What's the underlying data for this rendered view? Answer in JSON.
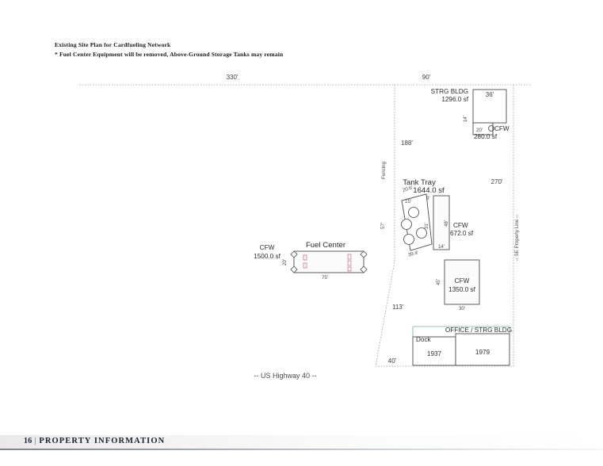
{
  "document": {
    "note_line_1": "Existing Site Plan for Cardfueling Network",
    "note_line_2": "* Fuel Center Equipment will be removed, Above-Ground Storage Tanks may remain"
  },
  "footer": {
    "page_number": "16",
    "divider": "|",
    "section_label": "PROPERTY INFORMATION"
  },
  "plan": {
    "road_label": "-- US Highway 40 --",
    "boundary": {
      "top_left_dim": "330'",
      "top_right_dim": "90'",
      "right_dim": "270'",
      "right_label": "-- SE Property Line --",
      "fence_label": "Fencing",
      "fence_dim_upper": "188'",
      "fence_dim_mid": "57'",
      "fence_dim_lower": "113'",
      "fence_dim_bottom": "40'"
    },
    "structures": [
      {
        "name": "strg-bldg",
        "label": "STRG BLDG",
        "area": "1296.0 sf",
        "dim_top": "36'",
        "dim_left": "14'"
      },
      {
        "name": "cfw-280",
        "label": "CFW",
        "area": "280.0 sf",
        "dim_bottom": "20'"
      },
      {
        "name": "tank-tray",
        "label": "Tank Tray",
        "area": "1644.0 sf",
        "dim_top_angle": "20.6'",
        "dim_upper_left": "15'",
        "dim_upper_right": "3'",
        "dim_right": "31'",
        "dim_bottom": "39.4'"
      },
      {
        "name": "cfw-672",
        "label": "CFW",
        "area": "672.0 sf",
        "dim_left": "48'",
        "dim_bottom": "14'"
      },
      {
        "name": "cfw-1350",
        "label": "CFW",
        "area": "1350.0 sf",
        "dim_left": "45'",
        "dim_bottom": "30'"
      },
      {
        "name": "office-strg-bldg",
        "label": "OFFICE / STRG BLDG",
        "dock_label": "Dock",
        "year_left": "1937",
        "year_right": "1979"
      },
      {
        "name": "fuel-center",
        "label": "Fuel Center",
        "cfw_label": "CFW",
        "cfw_area": "1500.0 sf",
        "dim_left": "20'",
        "dim_bottom": "75'"
      }
    ],
    "colors": {
      "line": "#4d4d4d",
      "fence": "#9aa0a6",
      "dispenser": "#c9728a",
      "office_accent": "#8fc6c2",
      "text": "#2e2e2e"
    }
  }
}
